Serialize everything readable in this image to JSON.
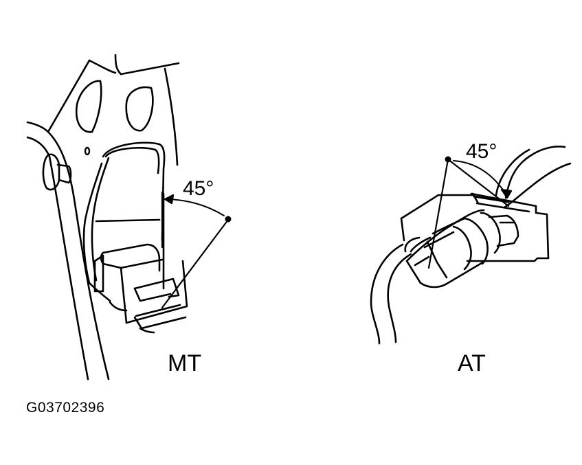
{
  "figure": {
    "code": "G03702396",
    "panels": [
      {
        "label": "MT",
        "angle": "45°"
      },
      {
        "label": "AT",
        "angle": "45°"
      }
    ]
  },
  "colors": {
    "ink": "#000000",
    "paper": "#ffffff"
  }
}
